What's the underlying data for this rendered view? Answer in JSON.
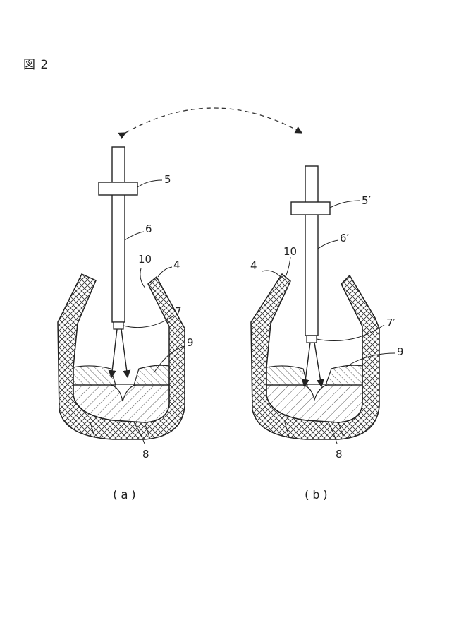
{
  "figure": {
    "title": "図 2"
  },
  "panel_a": {
    "caption": "(a)",
    "labels": {
      "holder": "5",
      "lance": "6",
      "nozzle": "7",
      "converter": "4",
      "lining": "10",
      "bath": "8",
      "slag": "9"
    }
  },
  "panel_b": {
    "caption": "(b)",
    "labels": {
      "holder": "5′",
      "lance": "6′",
      "nozzle": "7′",
      "converter": "4",
      "lining": "10",
      "bath": "8",
      "slag": "9"
    }
  }
}
